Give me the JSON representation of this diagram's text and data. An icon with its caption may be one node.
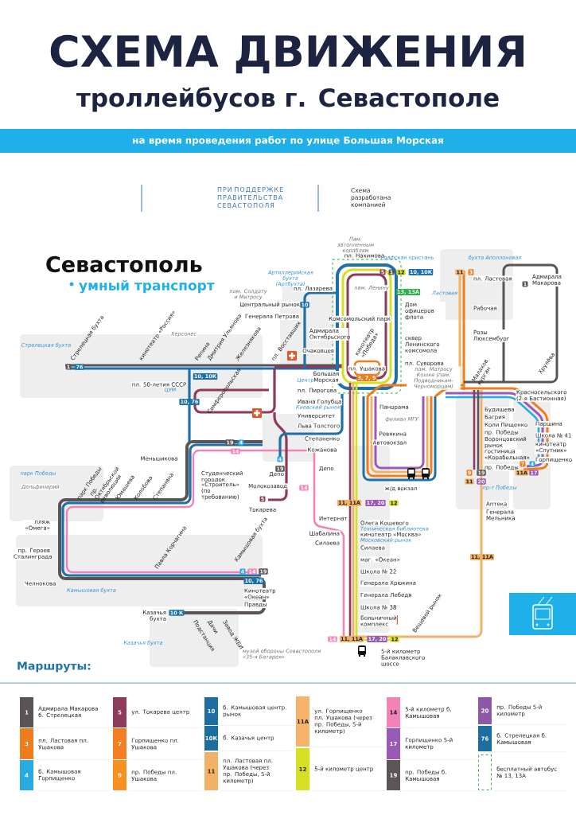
{
  "diagram": {
    "title": "СХЕМА ДВИЖЕНИЯ",
    "labels": [
      "троллейбусов г. Севастополе",
      "на время проведения работ по улице Большая Морская",
      "ПРИ ПОДДЕРЖКЕ ПРАВИТЕЛЬСТВА СЕВАСТОПОЛЯ",
      "Схема разработана компанией",
      "Севастополь",
      "умный транспорт",
      "Пам. затопленным кораблям",
      "пл. Нахимова",
      "Графская пристань",
      "бухта Аполлоновая",
      "Артиллерийская бухта (Артбухта)",
      "пл. Лазарева",
      "пам. Солдату и Матросу",
      "Центральный рынок",
      "Генерала Петрова",
      "Адмирала Октябрьского",
      "Комсомольский парк",
      "Очаковцев",
      "пам. Ленину",
      "кинотеатр «Победа»",
      "Дом офицеров флота",
      "сквер Ленинского комсомола",
      "пл. Суворова",
      "пл. Ушакова",
      "пл. Ластовая",
      "Ластовая",
      "Рабочая",
      "Розы Люксембург",
      "Адмирала Макарова",
      "Малахов курган",
      "Хрулёва",
      "пам. Матросу Кошке (пам. Подводникам-Черноморцам)",
      "филиал МГУ",
      "Панорама",
      "Ревякина",
      "Автовокзал",
      "Красносельского (2-я Бастионная)",
      "Будищева",
      "Багрия",
      "Коли Пищенко",
      "пр. Победы",
      "Воронцовский рынок",
      "гостиница «Корабельная»",
      "пр. Победы",
      "Паршина",
      "Школа № 41",
      "кинотеатр «Спутник»",
      "Горпищенко",
      "пр-т Победы",
      "Аптека",
      "Генерала Мельника",
      "ж/д вокзал",
      "Большая Морская",
      "Центр",
      "пл. Пирогова",
      "Ивана Голубца",
      "Киевский рынок",
      "Университет",
      "Льва Толстого",
      "Степаненко",
      "Кожанова",
      "Депо",
      "Депо",
      "Молокозавод",
      "Токарева",
      "Интернат",
      "Шабалина",
      "Силаева",
      "Олега Кошевого",
      "Техническая библиотека",
      "кинотеатр «Москва»",
      "Московский рынок",
      "Силаева",
      "маг. «Океан»",
      "Школа № 22",
      "Генерала Хрюкина",
      "Генерала Лебедя",
      "Школа № 38",
      "Больничный комплекс",
      "5-й километр Балаклавского шоссе",
      "Вещевой рынок",
      "Херсонес",
      "Стрелецкая бухта",
      "Стрелецкая бухта",
      "кинотеатр «Россия»",
      "Репина",
      "Дмитрия Ульянова",
      "Железнякова",
      "пл. Восставших",
      "пл. 50-летия СССР",
      "ЦУМ",
      "Симферопольская",
      "Меньшикова",
      "Студенческий городок",
      "«Строитель» (по требованию)",
      "парк Победы",
      "Дельфинарий",
      "парк Победы",
      "пр. Октябрьской революции",
      "Юмашева",
      "Колобова",
      "Степаняна",
      "пляж «Омега»",
      "пр. Героев Сталинграда",
      "Челнокова",
      "Камышовая бухта",
      "Павла Корчагина",
      "Камышовая бухта",
      "Кинотеатр «Океан»",
      "Правды",
      "Казачья бухта",
      "Подстанция",
      "Дачи",
      "Завод ЖБИ",
      "Казачья бухта",
      "музей обороны Севастополя «35-я Батарея»",
      "1",
      "76",
      "10, 10К",
      "10, 76",
      "10",
      "5",
      "1",
      "12",
      "10, 10К",
      "13, 13А",
      "11",
      "3",
      "1",
      "3, 7, 9",
      "19",
      "4",
      "14",
      "4",
      "19",
      "5",
      "14",
      "11, 11А",
      "17, 20",
      "12",
      "7",
      "4",
      "9",
      "19",
      "11А",
      "17",
      "11",
      "20",
      "11, 11А",
      "4",
      "14",
      "19",
      "10, 76",
      "10 К",
      "14",
      "11, 11А",
      "17, 20",
      "12",
      "Маршруты:",
      "1",
      "3",
      "4",
      "5",
      "7",
      "9",
      "10",
      "10К",
      "11",
      "11А",
      "12",
      "14",
      "17",
      "19",
      "20",
      "76"
    ],
    "legend": [
      {
        "text": "Адмирала Макарова б. Стрелецкая",
        "color": "#5a5456"
      },
      {
        "text": "пл. Ластовая пл. Ушакова",
        "color": "#f07d1d"
      },
      {
        "text": "б. Камышовая Горпищенко",
        "color": "#29abe2"
      },
      {
        "text": "ул. Токарева центр",
        "color": "#8e3a59"
      },
      {
        "text": "Горпищенко пл. Ушакова",
        "color": "#f57f20"
      },
      {
        "text": "пр. Победы пл. Ушакова",
        "color": "#f7901e"
      },
      {
        "text": "б. Камышовая центр. рынок",
        "color": "#1d6fa3"
      },
      {
        "text": "б. Казачья центр",
        "color": "#1b6fa0"
      },
      {
        "text": "пл. Ластовая пл. Ушакова (через пр. Победы, 5-й километр)",
        "color": "#f2b266"
      },
      {
        "text": "ул. Горпищенко пл. Ушакова (через пр. Победы, 5-й километр)",
        "color": "#f5b36b"
      },
      {
        "text": "5-й километр центр",
        "color": "#d7df23"
      },
      {
        "text": "5-й километр б. Камышовая",
        "color": "#f183b7"
      },
      {
        "text": "Горпищенко 5-й километр",
        "color": "#9b59b6"
      },
      {
        "text": "пр. Победы б. Камышовая",
        "color": "#5c5556"
      },
      {
        "text": "пр. Победы 5-й километр",
        "color": "#8e57a7"
      },
      {
        "text": "б. Стрелецкая б. Камышовая",
        "color": "#1a6fa0"
      },
      {
        "text": "бесплатный автобус № 13, 13А"
      }
    ]
  }
}
